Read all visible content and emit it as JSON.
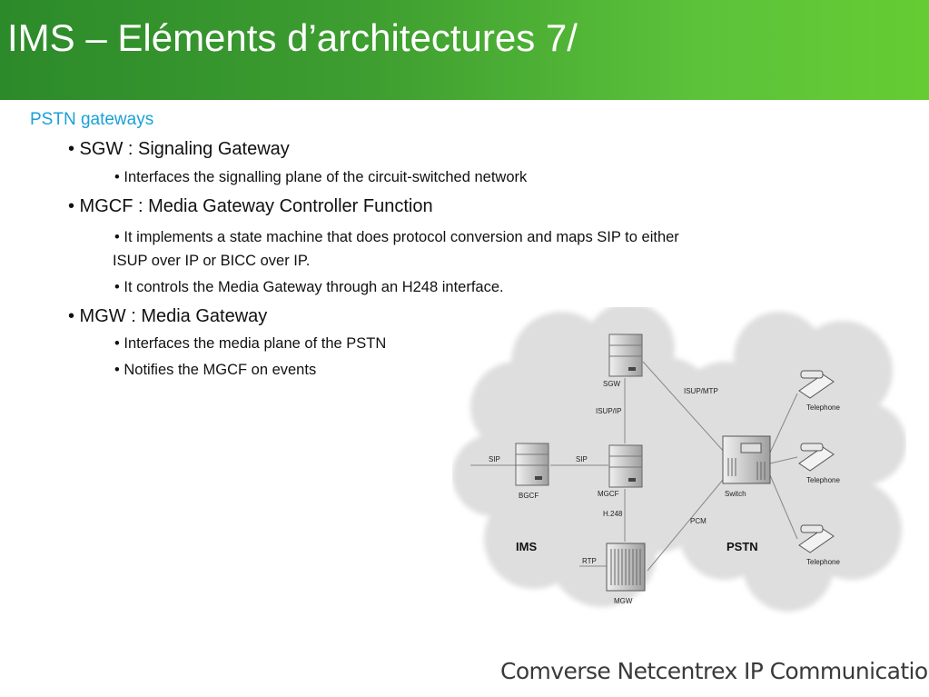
{
  "slide": {
    "title": "IMS – Eléments d’architectures 7/",
    "section": "PSTN gateways",
    "bullets": {
      "sgw": "• SGW : Signaling Gateway",
      "sgw_1": "• Interfaces the signalling plane of the circuit-switched network",
      "mgcf": "• MGCF : Media Gateway Controller Function",
      "mgcf_1a": "• It implements a state machine that does protocol conversion and maps SIP to either",
      "mgcf_1b": "ISUP over IP or BICC over IP.",
      "mgcf_2": "• It controls the Media Gateway through an H248 interface.",
      "mgw": "• MGW : Media Gateway",
      "mgw_1": "• Interfaces the media plane of the PSTN",
      "mgw_2": "• Notifies the MGCF on events"
    },
    "footer": "Comverse Netcentrex IP Communications"
  },
  "diagram": {
    "clouds": {
      "ims": "IMS",
      "pstn": "PSTN"
    },
    "nodes": {
      "sgw": "SGW",
      "bgcf": "BGCF",
      "mgcf": "MGCF",
      "mgw": "MGW",
      "switch": "Switch"
    },
    "phones": [
      "Telephone",
      "Telephone",
      "Telephone"
    ],
    "links": {
      "sip_left": "SIP",
      "sip_mid": "SIP",
      "isup_ip": "ISUP/IP",
      "isup_mtp": "ISUP/MTP",
      "h248": "H.248",
      "rtp": "RTP",
      "pcm": "PCM"
    }
  },
  "colors": {
    "header_start": "#2c8a2a",
    "header_end": "#66cc33",
    "section": "#1aa0d8",
    "title": "#ffffff"
  }
}
